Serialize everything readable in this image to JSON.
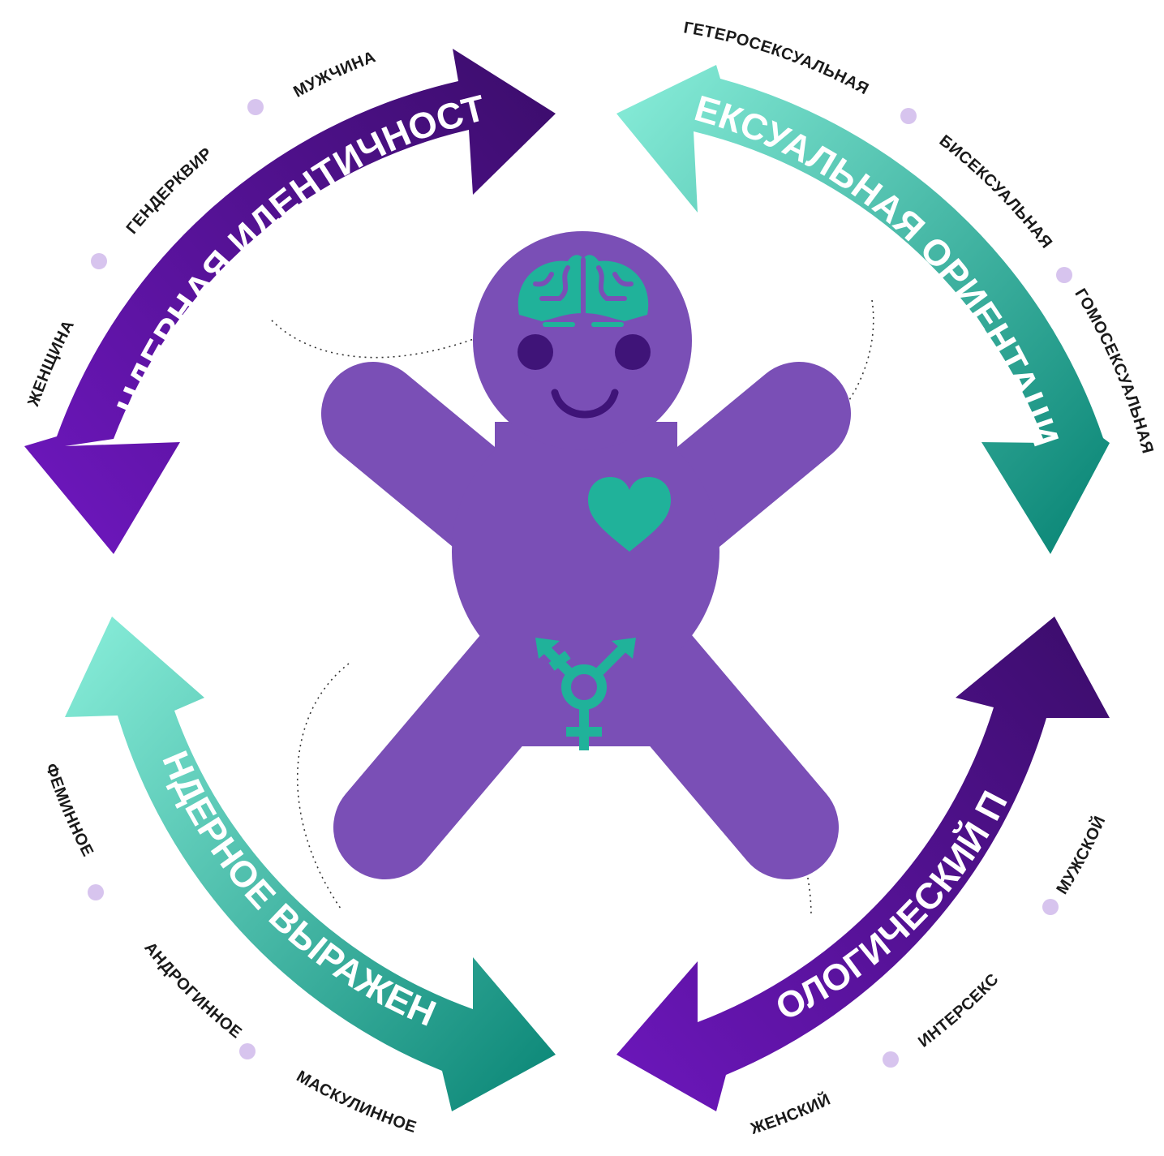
{
  "colors": {
    "figure": "#7a4fb6",
    "figure_dark": "#3f1478",
    "teal": "#1fae94",
    "teal_light": "#84ead6",
    "teal_dark": "#0f8a7a",
    "purple_light": "#6a16b8",
    "purple_dark": "#3d0d6e",
    "dot": "#d7c4ee",
    "arrow_text": "#ffffff",
    "label_text": "#1a1a1a"
  },
  "arrows": {
    "gender_identity": {
      "title": "ГЕНДЕРНАЯ ИДЕНТИЧНОСТЬ",
      "scale": [
        "ЖЕНЩИНА",
        "ГЕНДЕРКВИР",
        "МУЖЧИНА"
      ]
    },
    "sexual_orientation": {
      "title": "СЕКСУАЛЬНАЯ ОРИЕНТАЦИЯ",
      "scale": [
        "ГЕТЕРОСЕКСУАЛЬНАЯ",
        "БИСЕКСУАЛЬНАЯ",
        "ГОМОСЕКСУАЛЬНАЯ"
      ]
    },
    "gender_expression": {
      "title": "ГЕНДЕРНОЕ ВЫРАЖЕНИЕ",
      "scale": [
        "ФЕМИННОЕ",
        "АНДРОГИННОЕ",
        "МАСКУЛИННОЕ"
      ]
    },
    "biological_sex": {
      "title": "БИОЛОГИЧЕСКИЙ ПОЛ",
      "scale": [
        "ЖЕНСКИЙ",
        "ИНТЕРСЕКС",
        "МУЖСКОЙ"
      ]
    }
  },
  "figure_icons": [
    "brain-icon",
    "heart-icon",
    "transgender-symbol-icon"
  ]
}
